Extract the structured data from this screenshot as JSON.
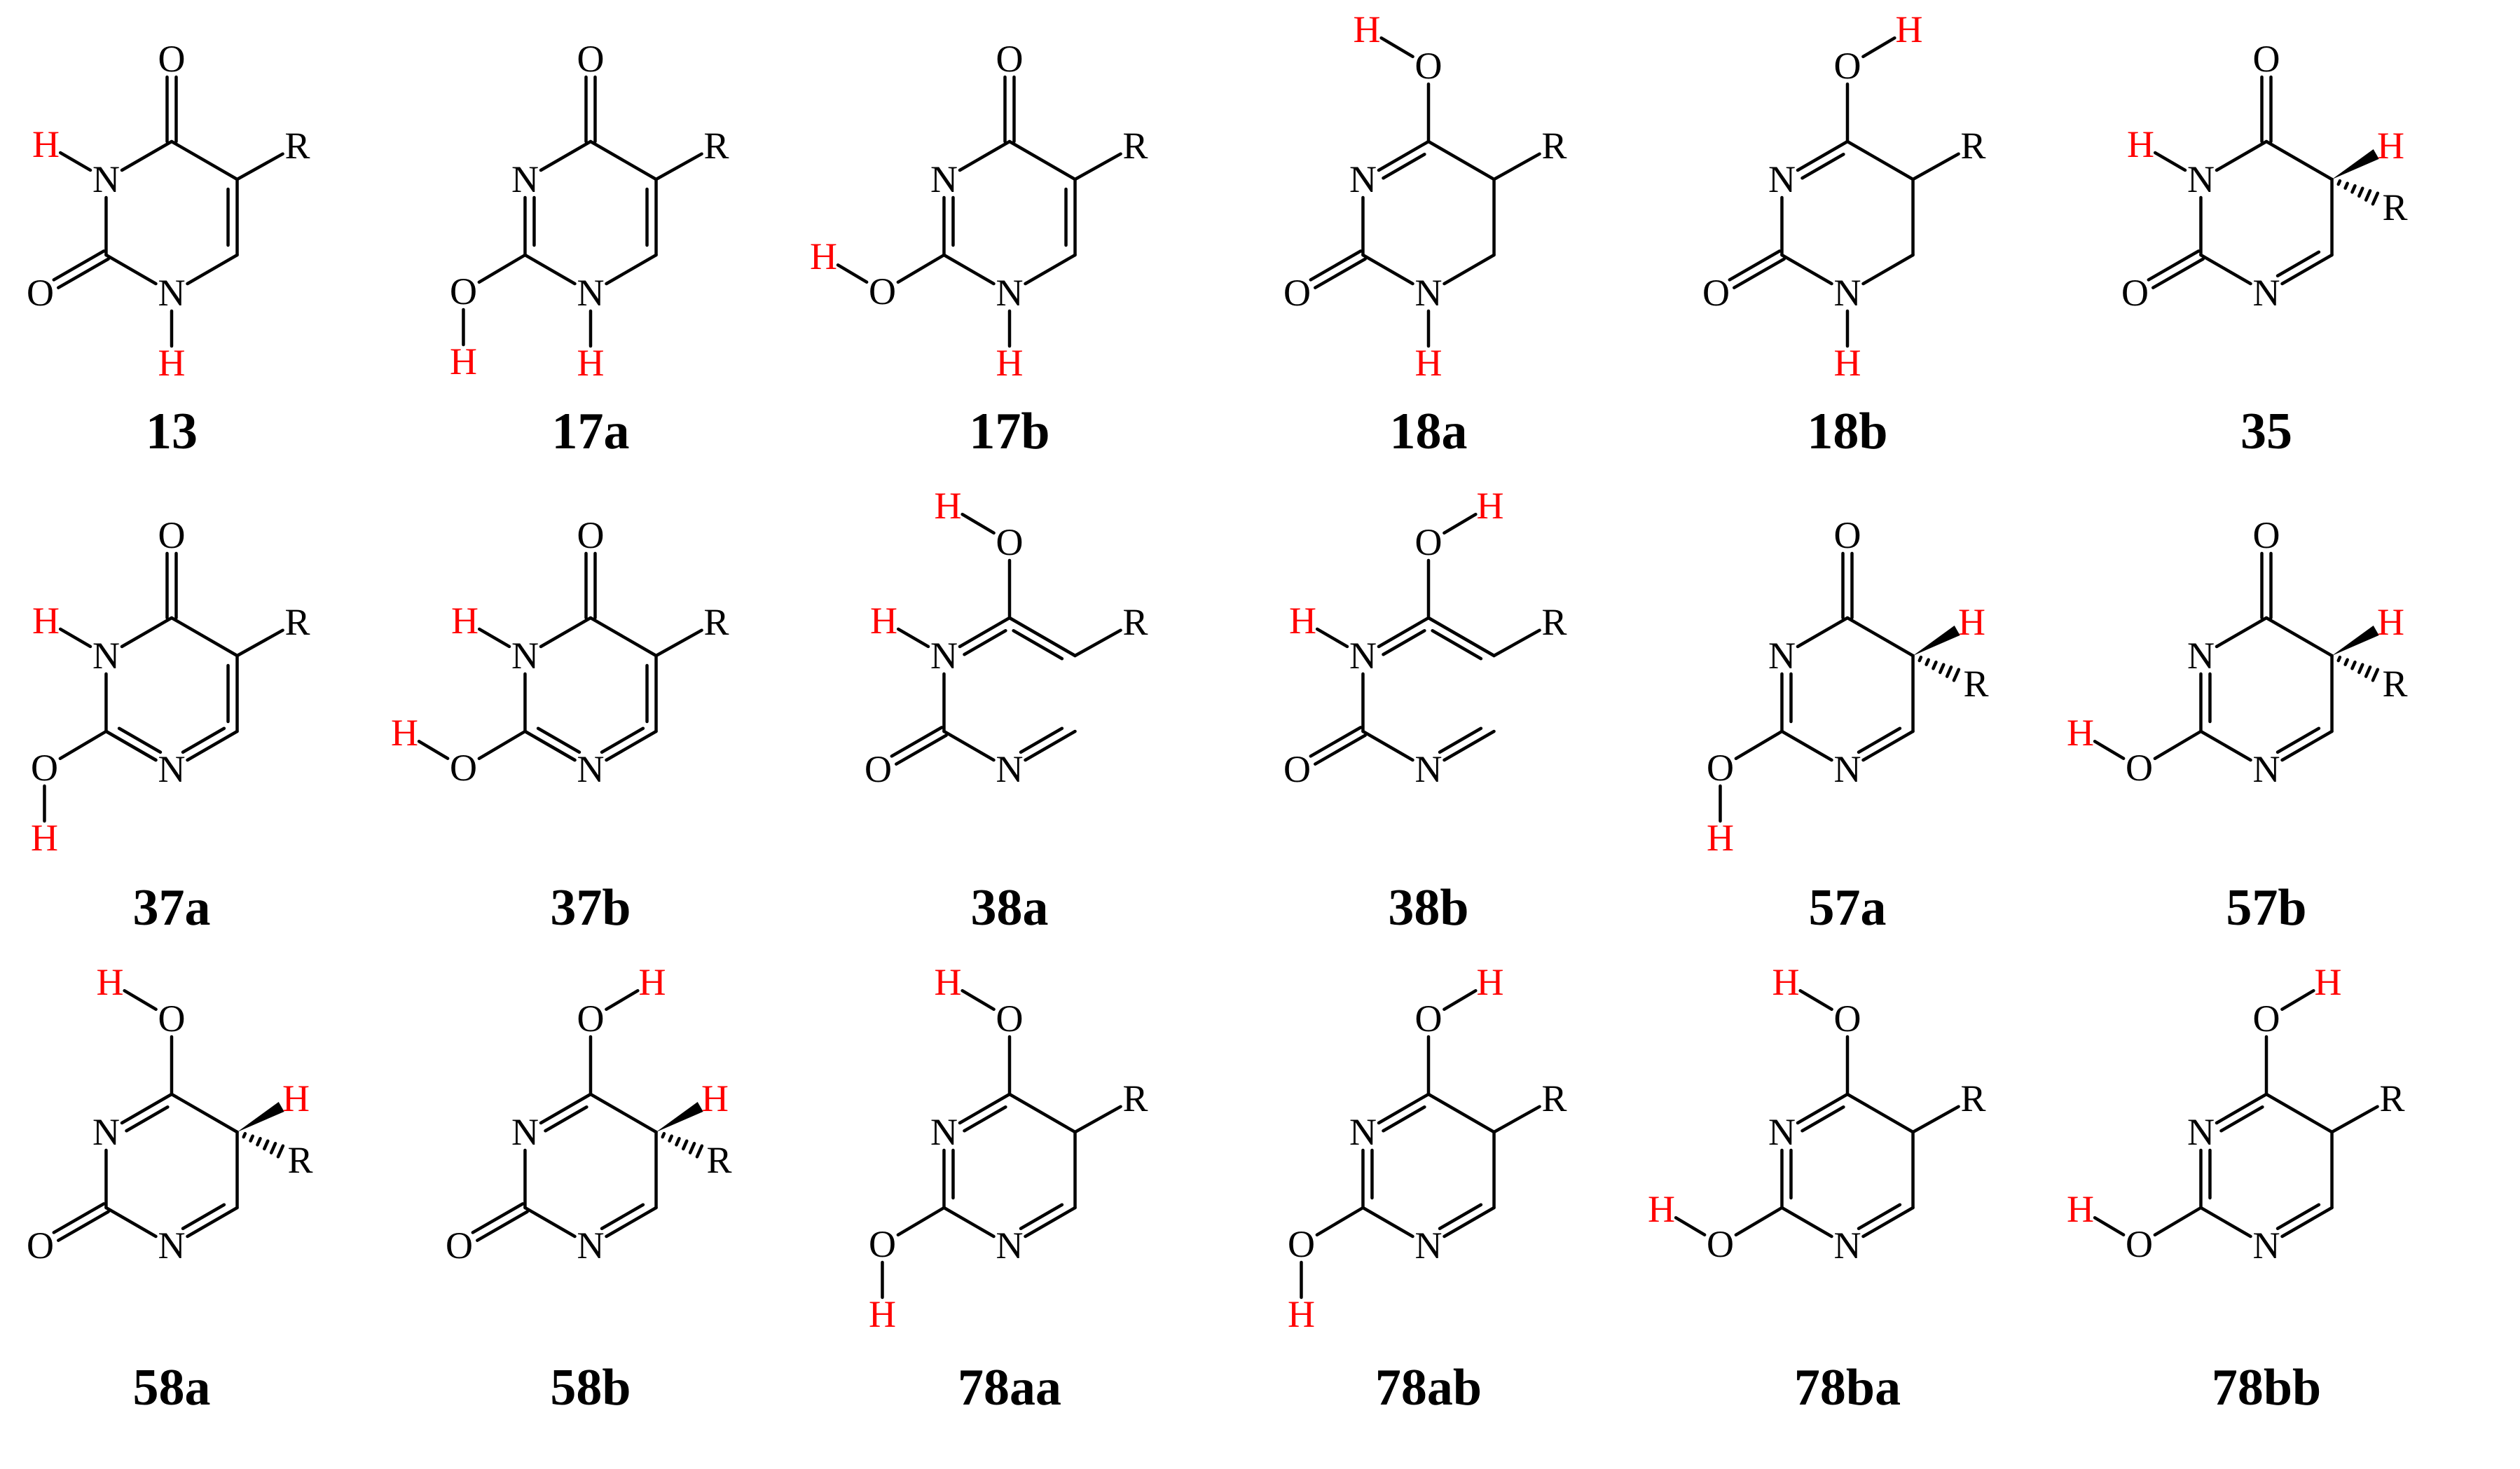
{
  "colors": {
    "bond": "#000000",
    "atom": "#000000",
    "highlight": "#ff0000",
    "background": "#ffffff"
  },
  "symbols": {
    "o": "O",
    "n": "N",
    "h": "H",
    "r": "R"
  },
  "captions": [
    "13",
    "17a",
    "17b",
    "18a",
    "18b",
    "35",
    "37a",
    "37b",
    "38a",
    "38b",
    "57a",
    "57b",
    "58a",
    "58b",
    "78aa",
    "78ab",
    "78ba",
    "78bb"
  ],
  "tautomers": [
    {
      "label": "13",
      "c4": "keto",
      "n3h": "left",
      "c2": "keto",
      "n1h": true,
      "c5": "planar",
      "oh4": null,
      "oh2": null
    },
    {
      "label": "17a",
      "c4": "keto",
      "n3h": null,
      "c2": "enol",
      "n1h": true,
      "c5": "planar",
      "oh4": null,
      "oh2": "down"
    },
    {
      "label": "17b",
      "c4": "keto",
      "n3h": null,
      "c2": "enol",
      "n1h": true,
      "c5": "planar",
      "oh4": null,
      "oh2": "left"
    },
    {
      "label": "18a",
      "c4": "enol",
      "n3h": null,
      "c2": "keto",
      "n1h": true,
      "c5": "planar",
      "oh4": "left",
      "oh2": null
    },
    {
      "label": "18b",
      "c4": "enol",
      "n3h": null,
      "c2": "keto",
      "n1h": true,
      "c5": "planar",
      "oh4": "right",
      "oh2": null
    },
    {
      "label": "35",
      "c4": "keto",
      "n3h": "left",
      "c2": "keto",
      "n1h": false,
      "c5": "sp3",
      "oh4": null,
      "oh2": null
    },
    {
      "label": "37a",
      "c4": "keto",
      "n3h": "left",
      "c2": "enol",
      "n1h": false,
      "c5": "planar",
      "oh4": null,
      "oh2": "down"
    },
    {
      "label": "37b",
      "c4": "keto",
      "n3h": "left",
      "c2": "enol",
      "n1h": false,
      "c5": "planar",
      "oh4": null,
      "oh2": "left"
    },
    {
      "label": "38a",
      "c4": "enol",
      "n3h": "left",
      "c2": "keto",
      "n1h": false,
      "c5": "planar",
      "oh4": "left",
      "oh2": null
    },
    {
      "label": "38b",
      "c4": "enol",
      "n3h": "left",
      "c2": "keto",
      "n1h": false,
      "c5": "planar",
      "oh4": "right",
      "oh2": null
    },
    {
      "label": "57a",
      "c4": "keto",
      "n3h": null,
      "c2": "enol",
      "n1h": false,
      "c5": "sp3",
      "oh4": null,
      "oh2": "down"
    },
    {
      "label": "57b",
      "c4": "keto",
      "n3h": null,
      "c2": "enol",
      "n1h": false,
      "c5": "sp3",
      "oh4": null,
      "oh2": "left"
    },
    {
      "label": "58a",
      "c4": "enol",
      "n3h": null,
      "c2": "keto",
      "n1h": false,
      "c5": "sp3",
      "oh4": "left",
      "oh2": null
    },
    {
      "label": "58b",
      "c4": "enol",
      "n3h": null,
      "c2": "keto",
      "n1h": false,
      "c5": "sp3",
      "oh4": "right",
      "oh2": null
    },
    {
      "label": "78aa",
      "c4": "enol",
      "n3h": null,
      "c2": "enol",
      "n1h": false,
      "c5": "planar",
      "oh4": "left",
      "oh2": "down"
    },
    {
      "label": "78ab",
      "c4": "enol",
      "n3h": null,
      "c2": "enol",
      "n1h": false,
      "c5": "planar",
      "oh4": "right",
      "oh2": "down"
    },
    {
      "label": "78ba",
      "c4": "enol",
      "n3h": null,
      "c2": "enol",
      "n1h": false,
      "c5": "planar",
      "oh4": "left",
      "oh2": "left"
    },
    {
      "label": "78bb",
      "c4": "enol",
      "n3h": null,
      "c2": "enol",
      "n1h": false,
      "c5": "planar",
      "oh4": "right",
      "oh2": "left"
    }
  ]
}
